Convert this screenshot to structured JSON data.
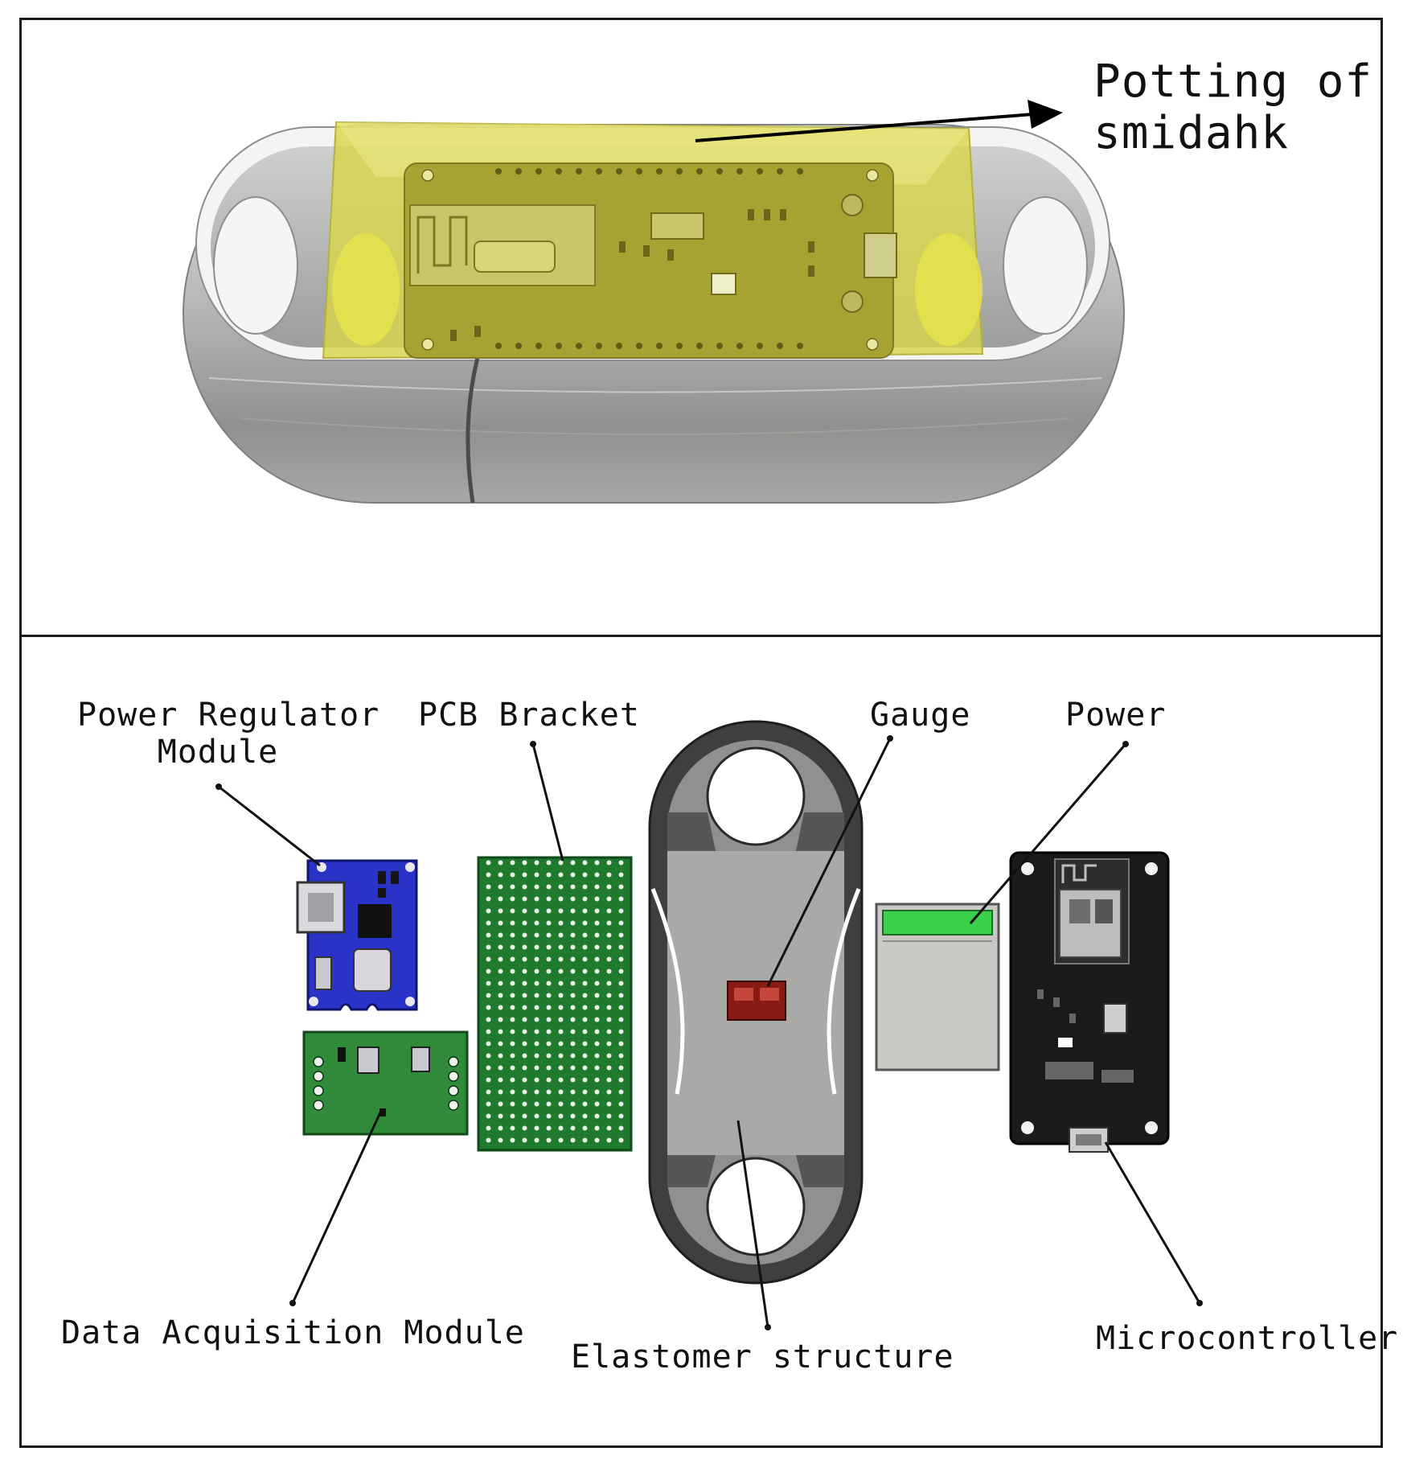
{
  "labels": {
    "potting_line1": "Potting of",
    "potting_line2": "smidahk",
    "power_regulator_line1": "Power Regulator",
    "power_regulator_line2": "Module",
    "pcb_bracket": "PCB Bracket",
    "gauge": "Gauge",
    "power": "Power",
    "data_acquisition": "Data Acquisition Module",
    "elastomer": "Elastomer structure",
    "microcontroller": "Microcontroller"
  },
  "colors": {
    "potting_yellow": "#d8d64a",
    "housing_gray": "#a9aba8",
    "regulator_blue": "#2a33c8",
    "daq_green": "#2f8a3a",
    "bracket_green": "#1f7a2e",
    "gauge_red": "#8a1a14",
    "battery_green": "#3ad04a",
    "mcu_black": "#1b1b1b"
  }
}
